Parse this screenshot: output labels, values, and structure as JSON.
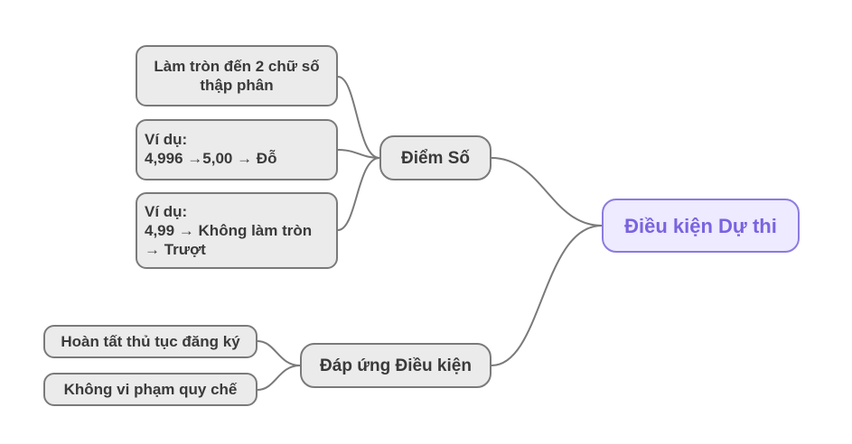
{
  "diagram": {
    "root": {
      "label": "Điều kiện Dự thi"
    },
    "branches": [
      {
        "label": "Điểm Số",
        "children": [
          {
            "lines": [
              "Làm tròn đến 2 chữ số",
              "thập phân"
            ]
          },
          {
            "lines": [
              "Ví dụ:",
              "4,996 →5,00 → Đỗ"
            ]
          },
          {
            "lines": [
              "Ví dụ:",
              "4,99 → Không làm tròn",
              "→ Trượt"
            ]
          }
        ]
      },
      {
        "label": "Đáp ứng Điều kiện",
        "children": [
          {
            "lines": [
              "Hoàn tất thủ tục đăng ký"
            ]
          },
          {
            "lines": [
              "Không vi phạm quy chế"
            ]
          }
        ]
      }
    ]
  },
  "colors": {
    "root_fill": "#eeeaff",
    "root_border": "#8b7be0",
    "root_text": "#7a63e0",
    "node_fill": "#ebebeb",
    "node_border": "#7a7a7a",
    "connector": "#7a7a7a"
  }
}
